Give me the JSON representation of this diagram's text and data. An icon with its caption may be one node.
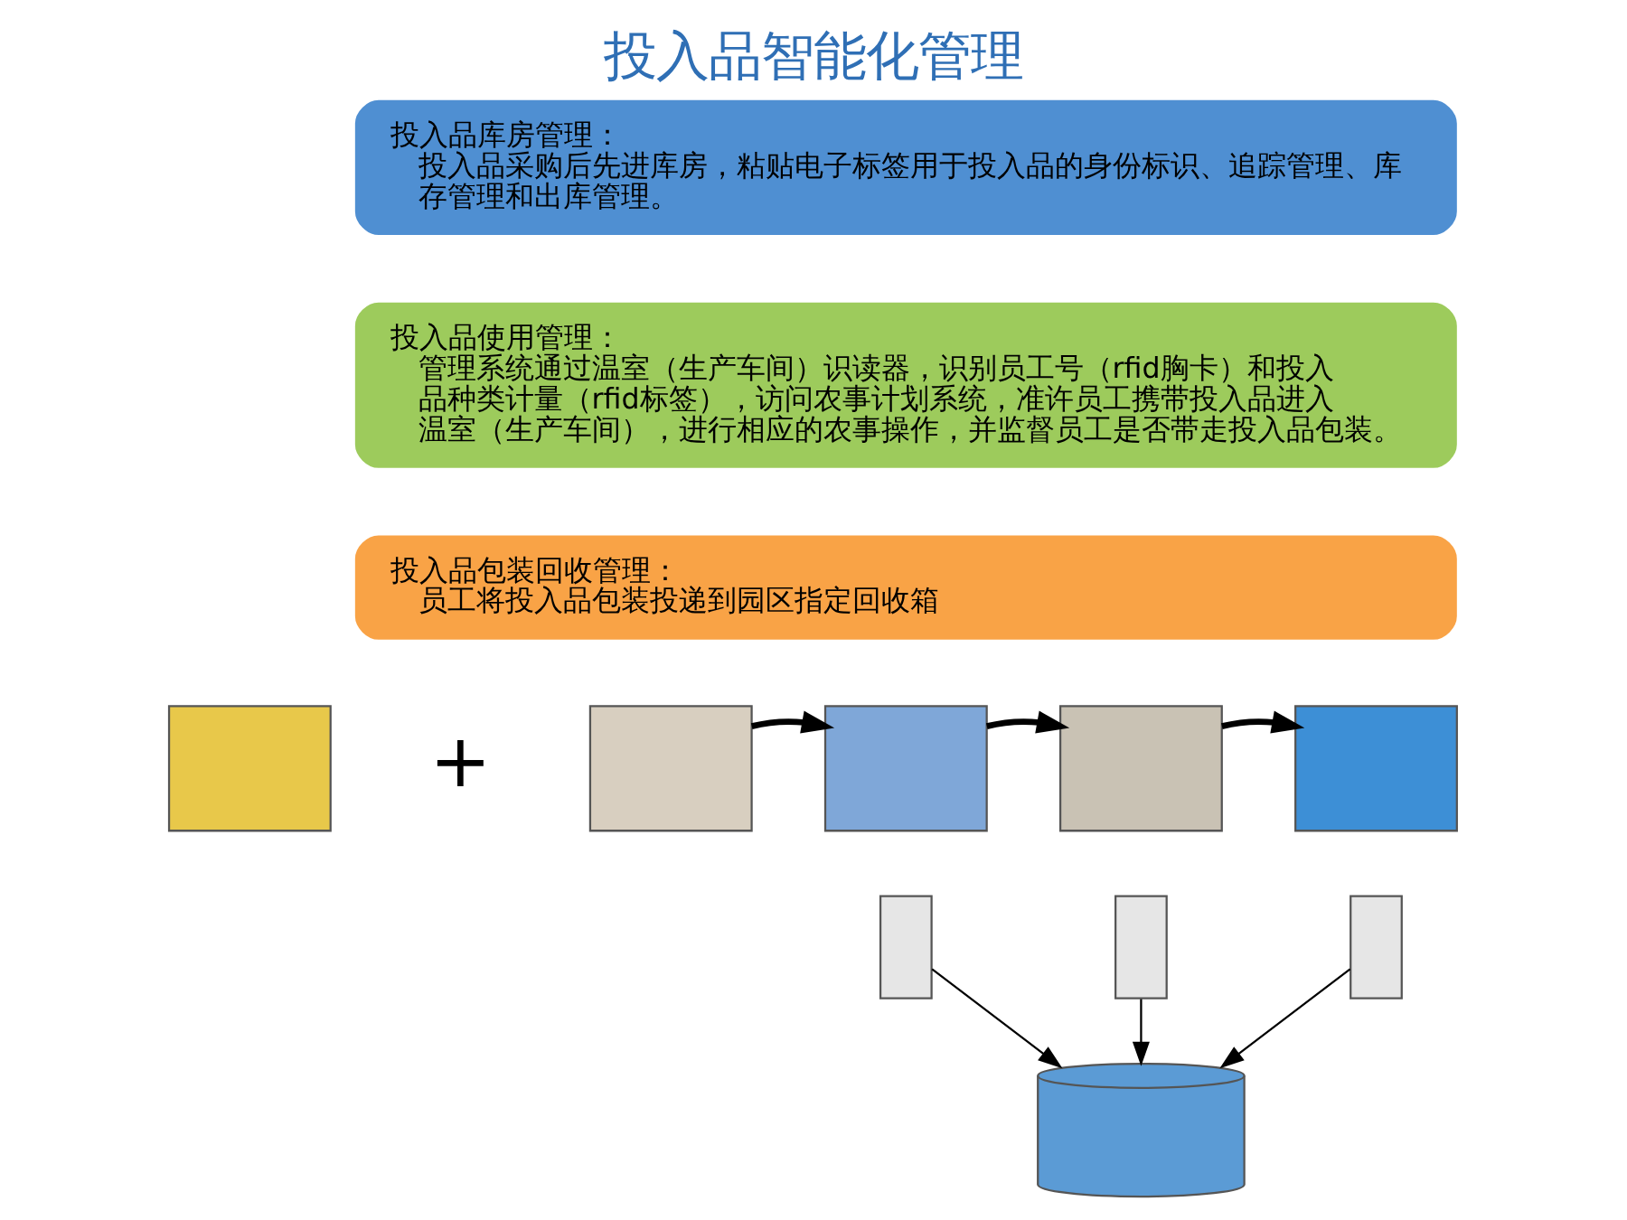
{
  "diagram": {
    "title": "投入品智能化管理",
    "nodes": [
      {
        "text": [
          "投入品库房管理：",
          "投入品采购后先进库房，粘贴电子标签用于投入品的身份标识、追踪管理、库存管理和出库管理。"
        ]
      },
      {
        "text": [
          "投入品使用管理：",
          "管理系统通过温室（生产车间）识读器，识别员工号（rfid胸卡）和投入品种类计量（rfid标签），访问农事计划系统，准许员工携带投入品进入温室（生产车间），进行相应的农事操作，并监督员工是否带走投入品包装。"
        ]
      },
      {
        "text": [
          "投入品包装回收管理：",
          "员工将投入品包装投递到园区指定回收箱"
        ]
      },
      {
        "text": [],
        "shape": "box"
      },
      {
        "text": [],
        "shape": "box"
      },
      {
        "text": [],
        "shape": "box"
      },
      {
        "text": [],
        "shape": "box"
      },
      {
        "text": [],
        "shape": "box"
      },
      {
        "text": [],
        "shape": "box"
      },
      {
        "text": [],
        "shape": "box"
      },
      {
        "text": [],
        "shape": "box"
      },
      {
        "text": [],
        "shape": "cylinder"
      }
    ],
    "edges": [
      {
        "from": 4,
        "to": 5,
        "arrow": "to",
        "style": "thick"
      },
      {
        "from": 5,
        "to": 6,
        "arrow": "to",
        "style": "thick"
      },
      {
        "from": 6,
        "to": 7,
        "arrow": "to",
        "style": "thick"
      },
      {
        "from": 8,
        "to": 11,
        "arrow": "to"
      },
      {
        "from": 9,
        "to": 11,
        "arrow": "to"
      },
      {
        "from": 10,
        "to": 11,
        "arrow": "to"
      }
    ],
    "labels": [
      "+"
    ]
  }
}
